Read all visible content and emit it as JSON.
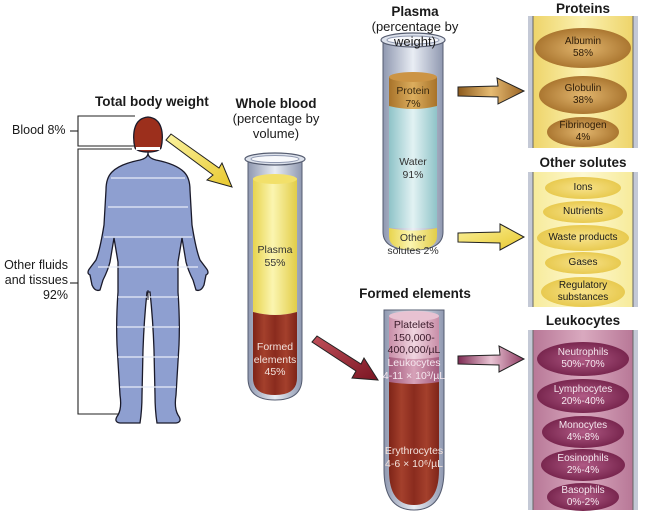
{
  "body_section": {
    "title": "Total body weight",
    "blood_label": "Blood 8%",
    "other_label_line1": "Other fluids",
    "other_label_line2": "and tissues",
    "other_label_line3": "92%",
    "blood_fraction": 0.08,
    "other_fraction": 0.92,
    "colors": {
      "blood": "#9c2f1c",
      "tissue": "#8e9fd0"
    }
  },
  "whole_blood": {
    "title": "Whole blood",
    "subtitle_line1": "(percentage by",
    "subtitle_line2": "volume)",
    "plasma_label": "Plasma",
    "plasma_value": "55%",
    "formed_label_line1": "Formed",
    "formed_label_line2": "elements",
    "formed_value": "45%",
    "plasma_fraction": 0.55,
    "formed_fraction": 0.45,
    "colors": {
      "plasma": "#f3e67a",
      "formed": "#9a3426"
    }
  },
  "plasma": {
    "title": "Plasma",
    "subtitle": "(percentage by weight)",
    "protein_label": "Protein",
    "protein_value": "7%",
    "water_label": "Water",
    "water_value": "91%",
    "other_label_line1": "Other",
    "other_label_line2": "solutes 2%",
    "protein_fraction": 0.07,
    "water_fraction": 0.91,
    "other_fraction": 0.02,
    "colors": {
      "protein": "#c08a3a",
      "water": "#b9dde0",
      "other": "#f3e67a"
    }
  },
  "formed_elements": {
    "title": "Formed elements",
    "platelets_line1": "Platelets",
    "platelets_line2": "150,000-",
    "platelets_line3": "400,000/µL",
    "leukocytes_line1": "Leukocytes",
    "leukocytes_line2": "4-11 × 10³/µL",
    "erythrocytes_line1": "Erythrocytes",
    "erythrocytes_line2": "4-6 × 10⁶/µL",
    "colors": {
      "platelets": "#d9a6bd",
      "leukocytes": "#b86a8c",
      "erythrocytes": "#9a3426"
    }
  },
  "proteins_panel": {
    "title": "Proteins",
    "items": [
      {
        "name": "Albumin",
        "value": "58%"
      },
      {
        "name": "Globulin",
        "value": "38%"
      },
      {
        "name": "Fibrinogen",
        "value": "4%"
      }
    ],
    "colors": {
      "background": "#f4e58c",
      "oval": "#b8802f"
    }
  },
  "solutes_panel": {
    "title": "Other solutes",
    "items": [
      {
        "name": "Ions"
      },
      {
        "name": "Nutrients"
      },
      {
        "name": "Waste products"
      },
      {
        "name": "Gases"
      },
      {
        "name": "Regulatory",
        "name2": "substances"
      }
    ],
    "colors": {
      "background": "#fbf3b4",
      "oval": "#efd25e"
    }
  },
  "leukocytes_panel": {
    "title": "Leukocytes",
    "items": [
      {
        "name": "Neutrophils",
        "value": "50%-70%"
      },
      {
        "name": "Lymphocytes",
        "value": "20%-40%"
      },
      {
        "name": "Monocytes",
        "value": "4%-8%"
      },
      {
        "name": "Eosinophils",
        "value": "2%-4%"
      },
      {
        "name": "Basophils",
        "value": "0%-2%"
      }
    ],
    "colors": {
      "background": "#c98aa8",
      "oval": "#7e2450"
    }
  },
  "arrows": [
    {
      "name": "body-to-whole-blood",
      "color": "#f0dc4a"
    },
    {
      "name": "whole-blood-to-formed",
      "color": "#8a1f2a"
    },
    {
      "name": "protein-to-proteins",
      "color": "#b8802f"
    },
    {
      "name": "solutes-to-other-solutes",
      "color": "#f0dc4a"
    },
    {
      "name": "leukocytes-to-leukocytes",
      "color": "#9c4a72"
    }
  ]
}
